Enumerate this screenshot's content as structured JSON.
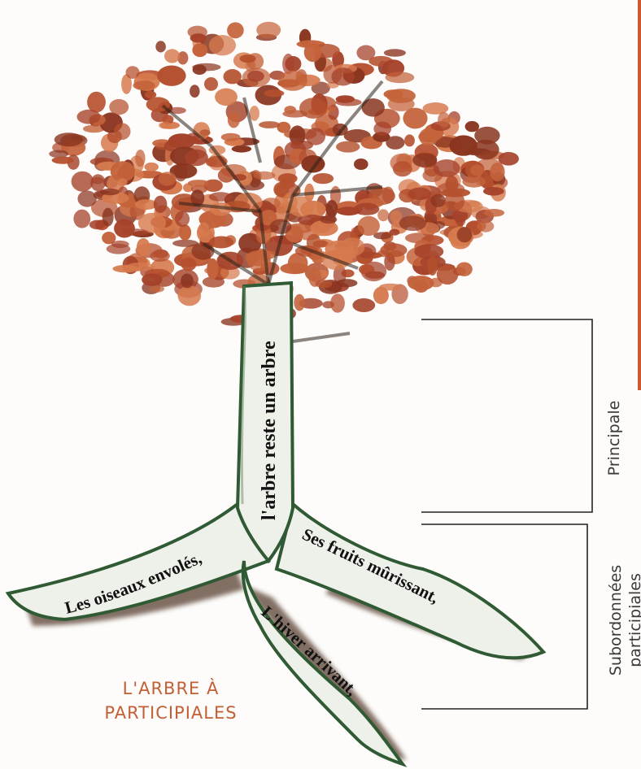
{
  "title": {
    "line1": "L'ARBRE À",
    "line2": "PARTICIPIALES"
  },
  "trunk_text": "l'arbre reste un arbre",
  "roots": {
    "left": "Les oiseaux envolés,",
    "middle": "L'hiver arrivant,",
    "right": "Ses fruits mûrissant,"
  },
  "brackets": {
    "principale": "Principale",
    "subordonnees": [
      "Subordonnées",
      "participiales"
    ]
  },
  "colors": {
    "foliage": "#b5502e",
    "foliage_dark": "#8a3520",
    "branch": "#2d2018",
    "title": "#c15f35",
    "root_fill": "#eef0ea",
    "root_edge": "#2f5a33",
    "soil": "#5a4032",
    "accent_line": "#d0582f"
  }
}
